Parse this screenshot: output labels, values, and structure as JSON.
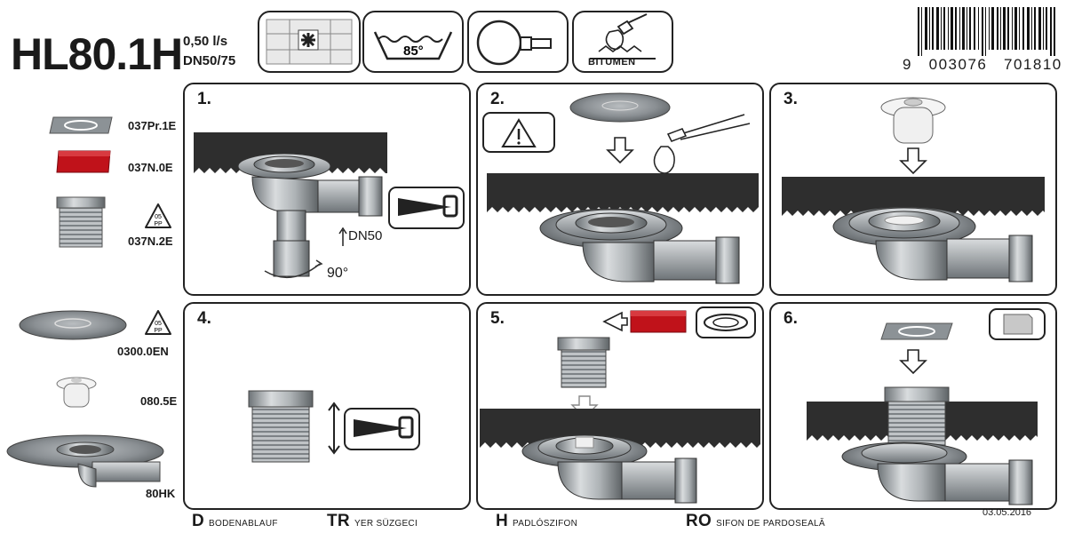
{
  "header": {
    "model": "HL80.1H",
    "flow_rate": "0,50 l/s",
    "dimension": "DN50/75",
    "temperature": "85°",
    "bitumen": "BITUMEN",
    "barcode_digits": "9   003076   701810"
  },
  "icons": [
    "grate-tile-icon",
    "hot-water-icon",
    "horizontal-outlet-icon",
    "bitumen-torch-icon"
  ],
  "parts": [
    {
      "code": "037Pr.1E"
    },
    {
      "code": "037N.0E"
    },
    {
      "code": "037N.2E"
    },
    {
      "code": "0300.0EN"
    },
    {
      "code": "080.5E"
    },
    {
      "code": "80HK"
    }
  ],
  "recycle": {
    "number": "05",
    "material": "PP"
  },
  "steps": [
    {
      "number": "1.",
      "label_dn": "DN50",
      "label_angle": "90°"
    },
    {
      "number": "2."
    },
    {
      "number": "3."
    },
    {
      "number": "4."
    },
    {
      "number": "5."
    },
    {
      "number": "6."
    }
  ],
  "languages": [
    {
      "code": "D",
      "text": "BODENABLAUF"
    },
    {
      "code": "TR",
      "text": "YER SÜZGECI"
    },
    {
      "code": "H",
      "text": "PADLÓSZIFON"
    },
    {
      "code": "RO",
      "text": "SIFON DE PARDOSEALĂ"
    }
  ],
  "date": "03.05.2016",
  "colors": {
    "red_frame": "#c0121a",
    "steel": "#9aa0a4",
    "dark": "#2a2a2a"
  }
}
